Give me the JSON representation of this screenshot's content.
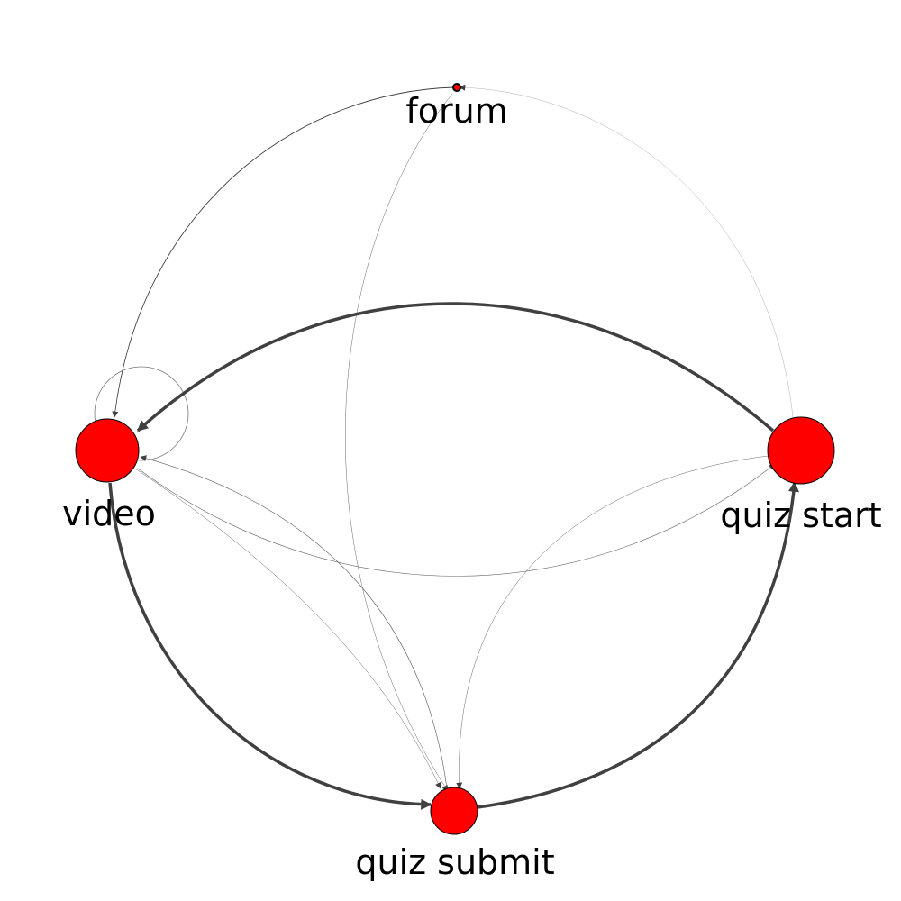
{
  "nodes": [
    {
      "id": "forum",
      "label": "forum"
    },
    {
      "id": "video",
      "label": "video"
    },
    {
      "id": "quiz_start",
      "label": "quiz start"
    },
    {
      "id": "quiz_submit",
      "label": "quiz submit"
    }
  ],
  "edges": [
    {
      "from": "video",
      "to": "video"
    },
    {
      "from": "forum",
      "to": "video"
    },
    {
      "from": "forum",
      "to": "quiz_submit"
    },
    {
      "from": "quiz_start",
      "to": "forum"
    },
    {
      "from": "quiz_start",
      "to": "video"
    },
    {
      "from": "quiz_start",
      "to": "quiz_submit"
    },
    {
      "from": "video",
      "to": "quiz_start"
    },
    {
      "from": "video",
      "to": "quiz_submit"
    },
    {
      "from": "quiz_submit",
      "to": "video"
    },
    {
      "from": "video",
      "to": "quiz_submit"
    },
    {
      "from": "quiz_submit",
      "to": "quiz_start"
    }
  ],
  "colors": {
    "node_fill": "#ff0000",
    "node_stroke": "#000000",
    "edge": "#404040"
  }
}
